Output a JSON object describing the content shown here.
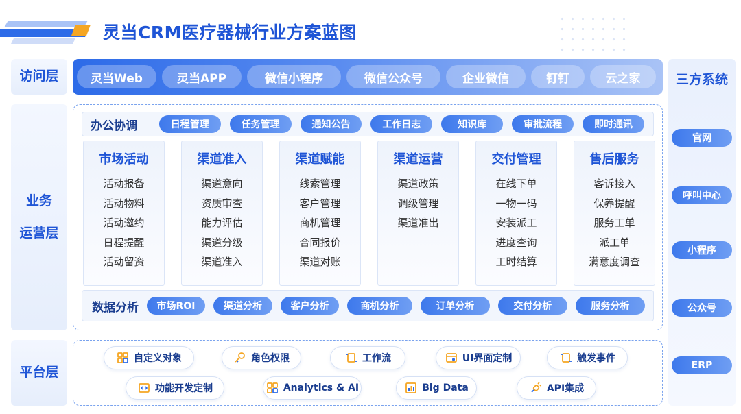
{
  "title": "灵当CRM医疗器械行业方案蓝图",
  "access_layer": {
    "label": "访问层",
    "items": [
      "灵当Web",
      "灵当APP",
      "微信小程序",
      "微信公众号",
      "企业微信",
      "钉钉",
      "云之家"
    ]
  },
  "business_layer": {
    "label_line1": "业务",
    "label_line2": "运营层",
    "office": {
      "title": "办公协调",
      "items": [
        "日程管理",
        "任务管理",
        "通知公告",
        "工作日志",
        "知识库",
        "审批流程",
        "即时通讯"
      ]
    },
    "columns": [
      {
        "title": "市场活动",
        "items": [
          "活动报备",
          "活动物料",
          "活动邀约",
          "日程提醒",
          "活动留资"
        ]
      },
      {
        "title": "渠道准入",
        "items": [
          "渠道意向",
          "资质审查",
          "能力评估",
          "渠道分级",
          "渠道准入"
        ]
      },
      {
        "title": "渠道赋能",
        "items": [
          "线索管理",
          "客户管理",
          "商机管理",
          "合同报价",
          "渠道对账"
        ]
      },
      {
        "title": "渠道运营",
        "items": [
          "渠道政策",
          "调级管理",
          "渠道准出"
        ]
      },
      {
        "title": "交付管理",
        "items": [
          "在线下单",
          "一物一码",
          "安装派工",
          "进度查询",
          "工时结算"
        ]
      },
      {
        "title": "售后服务",
        "items": [
          "客诉接入",
          "保养提醒",
          "服务工单",
          "派工单",
          "满意度调查"
        ]
      }
    ],
    "analysis": {
      "title": "数据分析",
      "items": [
        "市场ROI",
        "渠道分析",
        "客户分析",
        "商机分析",
        "订单分析",
        "交付分析",
        "服务分析"
      ]
    }
  },
  "platform_layer": {
    "label": "平台层",
    "items": [
      {
        "label": "自定义对象",
        "icon": "grid-icon"
      },
      {
        "label": "角色权限",
        "icon": "key-icon"
      },
      {
        "label": "工作流",
        "icon": "scroll-icon"
      },
      {
        "label": "UI界面定制",
        "icon": "window-icon"
      },
      {
        "label": "触发事件",
        "icon": "scroll-icon"
      },
      {
        "label": "功能开发定制",
        "icon": "code-icon"
      },
      {
        "label": "Analytics & AI",
        "icon": "grid-icon"
      },
      {
        "label": "Big Data",
        "icon": "chart-icon"
      },
      {
        "label": "API集成",
        "icon": "plug-icon"
      }
    ]
  },
  "third_party": {
    "title": "三方系统",
    "items": [
      "官网",
      "呼叫中心",
      "小程序",
      "公众号",
      "ERP"
    ]
  },
  "colors": {
    "primary": "#1f55d6",
    "accent": "#f5a623",
    "pill": "#3e79ec"
  }
}
